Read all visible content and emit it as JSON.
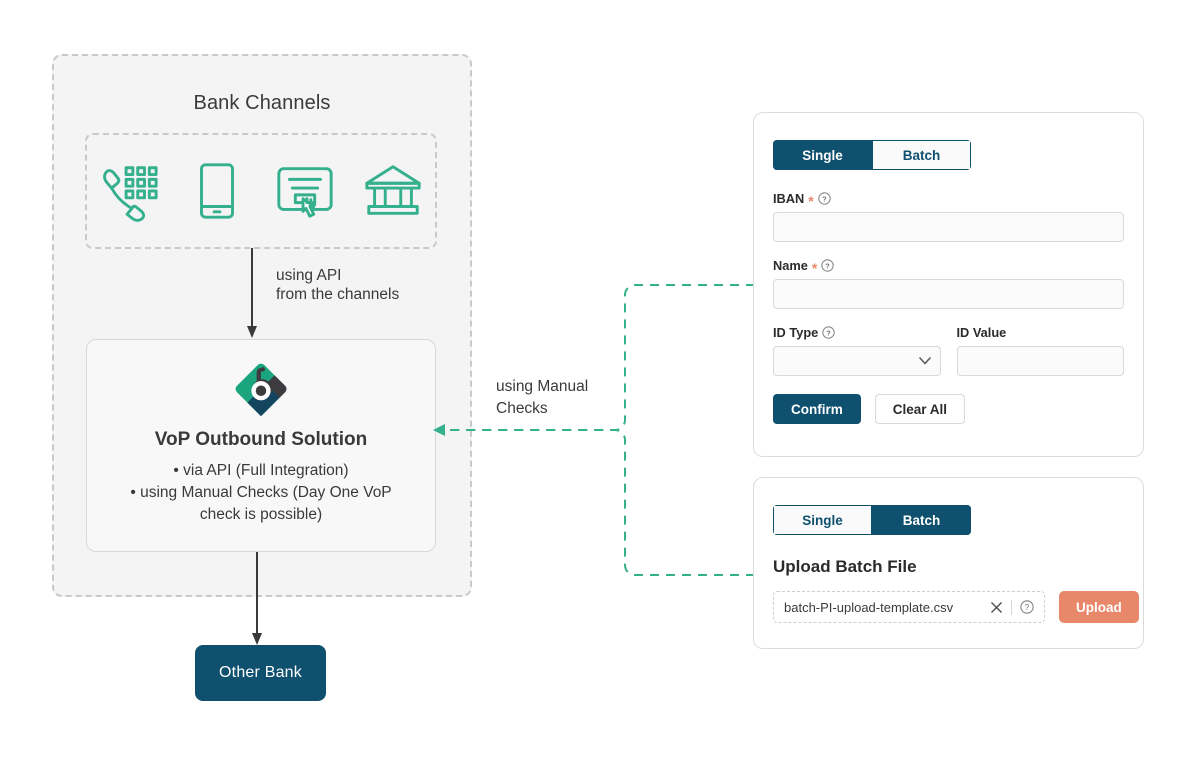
{
  "diagram": {
    "group_title": "Bank Channels",
    "channel_icons": [
      {
        "name": "phone-keypad-icon"
      },
      {
        "name": "mobile-phone-icon"
      },
      {
        "name": "web-form-click-icon"
      },
      {
        "name": "bank-building-icon"
      }
    ],
    "api_arrow_label": "using API\nfrom the channels",
    "api_arrow_label_line1": "using API",
    "api_arrow_label_line2": "from the channels",
    "manual_label_line1": "using Manual",
    "manual_label_line2": "Checks",
    "solution": {
      "title": "VoP Outbound Solution",
      "bullets": [
        "via API (Full Integration)",
        "using Manual Checks (Day One VoP check is possible)"
      ],
      "bullet_line_1": "•  via API (Full Integration)",
      "bullet_line_2": "•  using Manual Checks (Day One VoP",
      "bullet_line_3": "check is possible)"
    },
    "other_bank": "Other Bank"
  },
  "single_panel": {
    "tabs": [
      {
        "label": "Single",
        "active": true
      },
      {
        "label": "Batch",
        "active": false
      }
    ],
    "tab_single": "Single",
    "tab_batch": "Batch",
    "fields": {
      "iban_label": "IBAN",
      "iban_required": "*",
      "iban_value": "",
      "name_label": "Name",
      "name_required": "*",
      "name_value": "",
      "id_type_label": "ID Type",
      "id_type_value": "",
      "id_value_label": "ID Value",
      "id_value_value": ""
    },
    "confirm_label": "Confirm",
    "clear_label": "Clear All"
  },
  "batch_panel": {
    "tab_single": "Single",
    "tab_batch": "Batch",
    "upload_title": "Upload Batch File",
    "file_name": "batch-PI-upload-template.csv",
    "upload_label": "Upload"
  },
  "colors": {
    "navy": "#0f506f",
    "green": "#34b08c",
    "salmon": "#e8876a",
    "panel_bg": "#f4f4f4",
    "text": "#3a3a3c"
  }
}
